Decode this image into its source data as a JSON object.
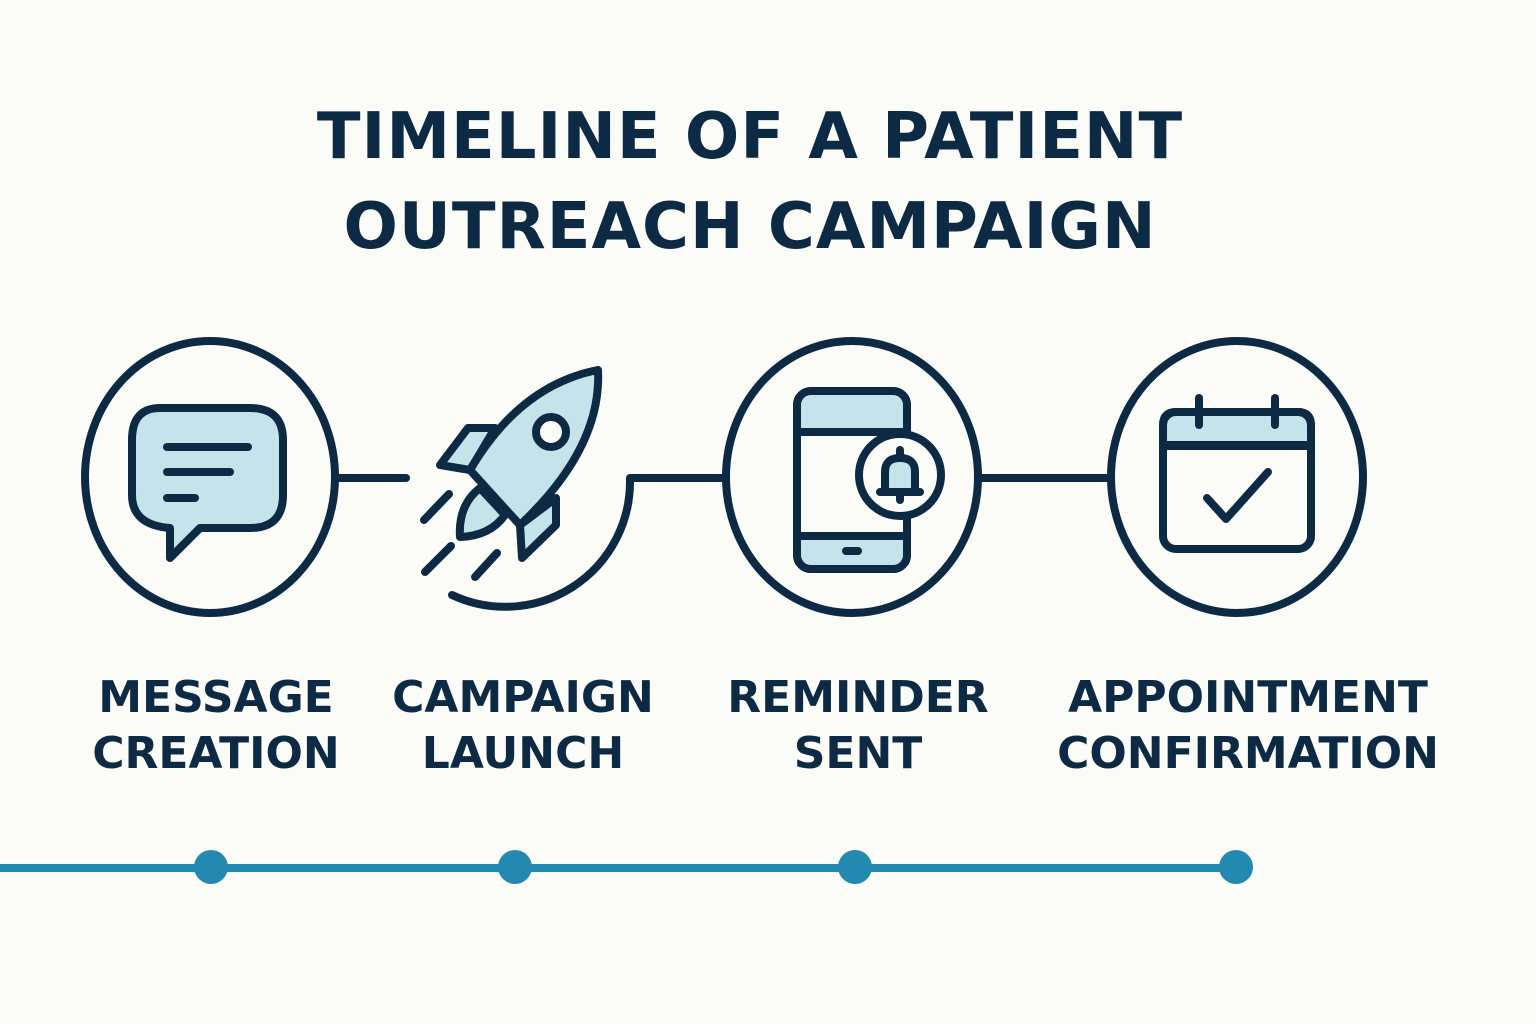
{
  "title": {
    "line1": "TIMELINE OF A PATIENT",
    "line2": "OUTREACH CAMPAIGN"
  },
  "steps": [
    {
      "line1": "MESSAGE",
      "line2": "CREATION",
      "icon": "chat-bubble-icon"
    },
    {
      "line1": "CAMPAIGN",
      "line2": "LAUNCH",
      "icon": "rocket-icon"
    },
    {
      "line1": "REMINDER",
      "line2": "SENT",
      "icon": "phone-bell-icon"
    },
    {
      "line1": "APPOINTMENT",
      "line2": "CONFIRMATION",
      "icon": "calendar-check-icon"
    }
  ],
  "colors": {
    "navy": "#0d2a45",
    "light_blue": "#c5e3ea",
    "teal": "#2389b0",
    "background": "#fbfbf8"
  }
}
